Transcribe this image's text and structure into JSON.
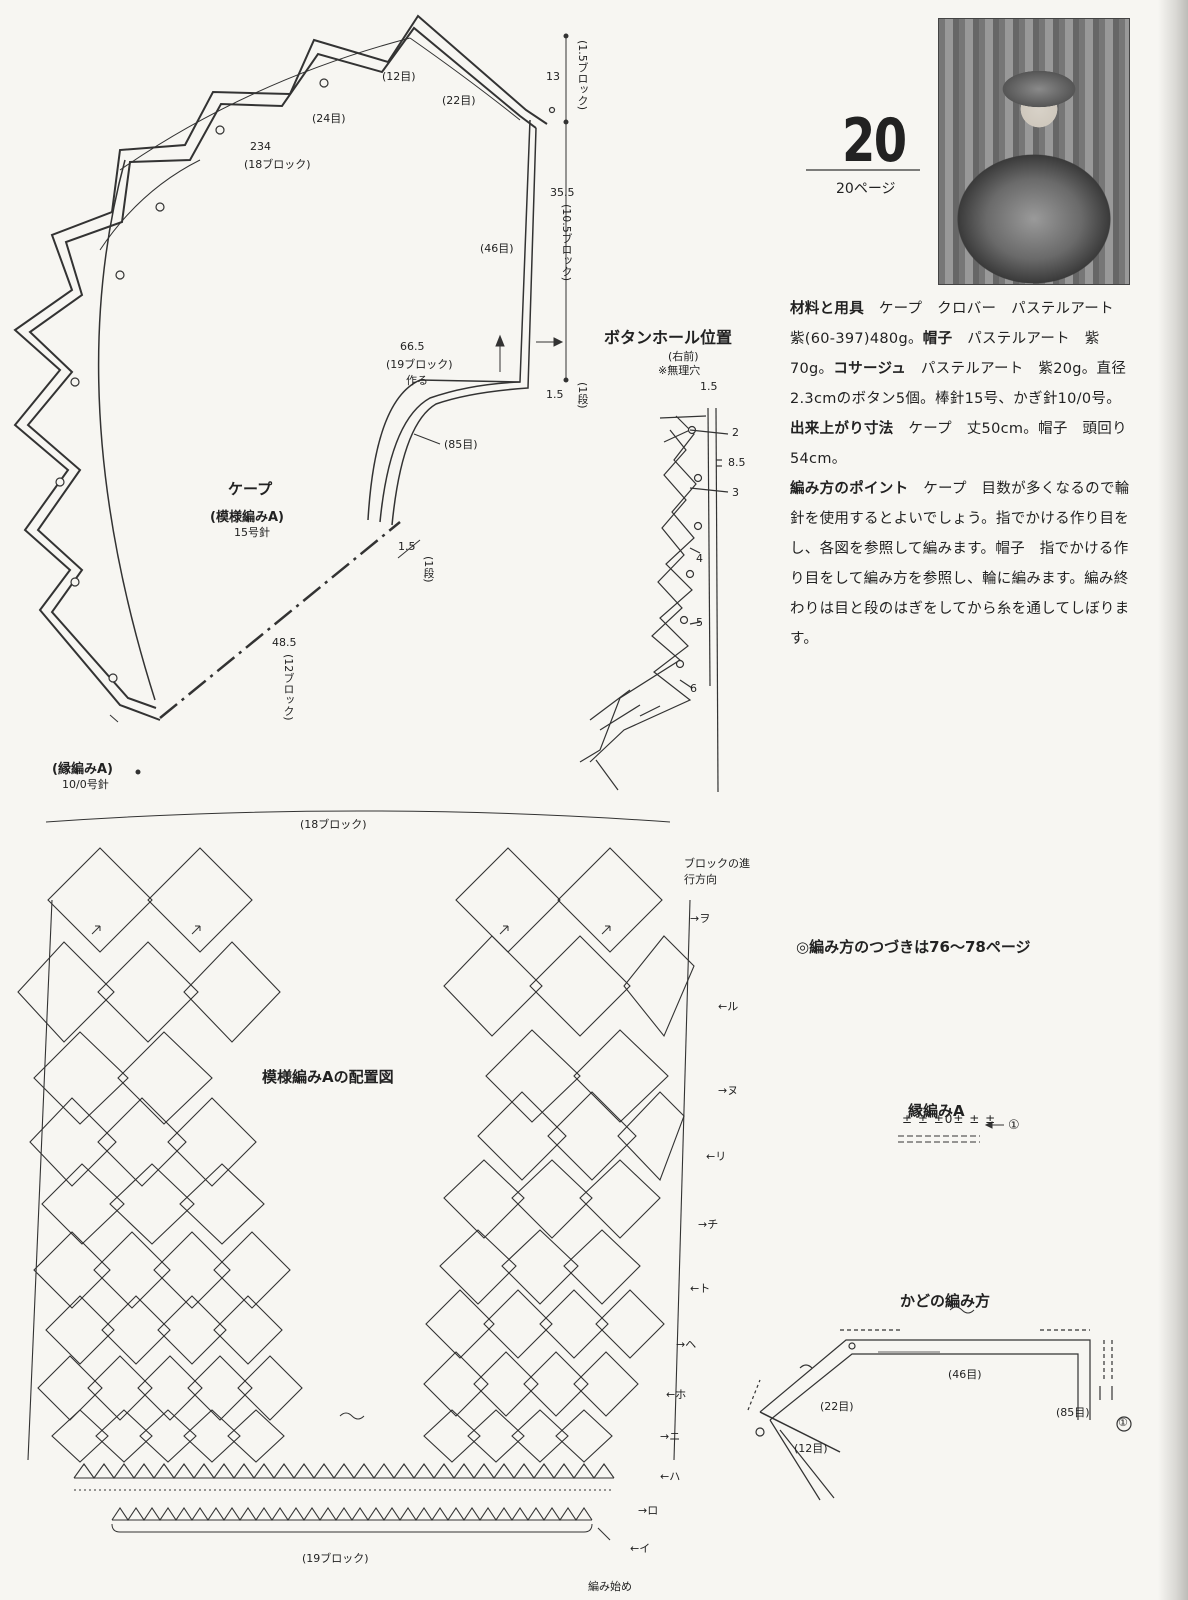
{
  "page": {
    "number": "20",
    "page_ref": "20ページ"
  },
  "materials": {
    "heading": "材料と用具",
    "text": "ケープ　クロバー　パステルアート　紫(60-397)480g。",
    "hat_heading": "帽子",
    "hat_text": "パステルアート　紫70g。",
    "corsage_heading": "コサージュ",
    "corsage_text": "パステルアート　紫20g。直径2.3cmのボタン5個。棒針15号、かぎ針10/0号。"
  },
  "size": {
    "heading": "出来上がり寸法",
    "text": "ケープ　丈50cm。帽子　頭回り54cm。"
  },
  "points": {
    "heading": "編み方のポイント",
    "text": "ケープ　目数が多くなるので輪針を使用するとよいでしょう。指でかける作り目をし、各図を参照して編みます。帽子　指でかける作り目をして編み方を参照し、輪に編みます。編み終わりは目と段のはぎをしてから糸を通してしぼります。"
  },
  "continue_note": "◎編み方のつづきは76〜78ページ",
  "cape_diagram": {
    "title": "ケープ",
    "subtitle": "(模様編みA)",
    "needle": "15号針",
    "dim_12": "(12目)",
    "dim_24": "(24目)",
    "dim_22": "(22目)",
    "dim_234": "234",
    "dim_234_blocks": "(18ブロック)",
    "dim_46": "(46目)",
    "dim_665": "66.5",
    "dim_665_blocks": "(19ブロック)",
    "dim_665_note": "作る",
    "dim_85": "(85目)",
    "dim_13": "13",
    "dim_13_blocks": "(1.5ブロック)",
    "dim_355": "35.5",
    "dim_355_blocks": "(10.5ブロック)",
    "dim_15_a": "1.5",
    "dim_15_a_rows": "(1段)",
    "dim_15_b": "1.5",
    "dim_15_b_rows": "(1段)",
    "dim_485": "48.5",
    "dim_485_blocks": "(12ブロック)",
    "edging_label": "(縁編みA)",
    "edging_needle": "10/0号針"
  },
  "buttonhole": {
    "title": "ボタンホール位置",
    "side": "(右前)",
    "note": "※無理穴",
    "dim_top": "1.5",
    "dim_gap": "8.5",
    "numbers": [
      "2",
      "3",
      "4",
      "5",
      "6"
    ]
  },
  "layout_diagram": {
    "title": "模様編みAの配置図",
    "top_blocks": "(18ブロック)",
    "bottom_blocks": "(19ブロック)",
    "direction_label": "ブロックの進行方向",
    "rows": [
      "→ヲ",
      "←ル",
      "→ヌ",
      "←リ",
      "→チ",
      "←ト",
      "→ヘ",
      "←ホ",
      "→ニ",
      "←ハ",
      "→ロ",
      "←イ"
    ],
    "start_label": "編み始め",
    "wave": "〜"
  },
  "edging_a": {
    "title": "縁編みA",
    "circled": "①"
  },
  "corner": {
    "title": "かどの編み方",
    "dim_46": "(46目)",
    "dim_22": "(22目)",
    "dim_12": "(12目)",
    "dim_85": "(85目)",
    "circled": "①",
    "wave": "〜"
  }
}
